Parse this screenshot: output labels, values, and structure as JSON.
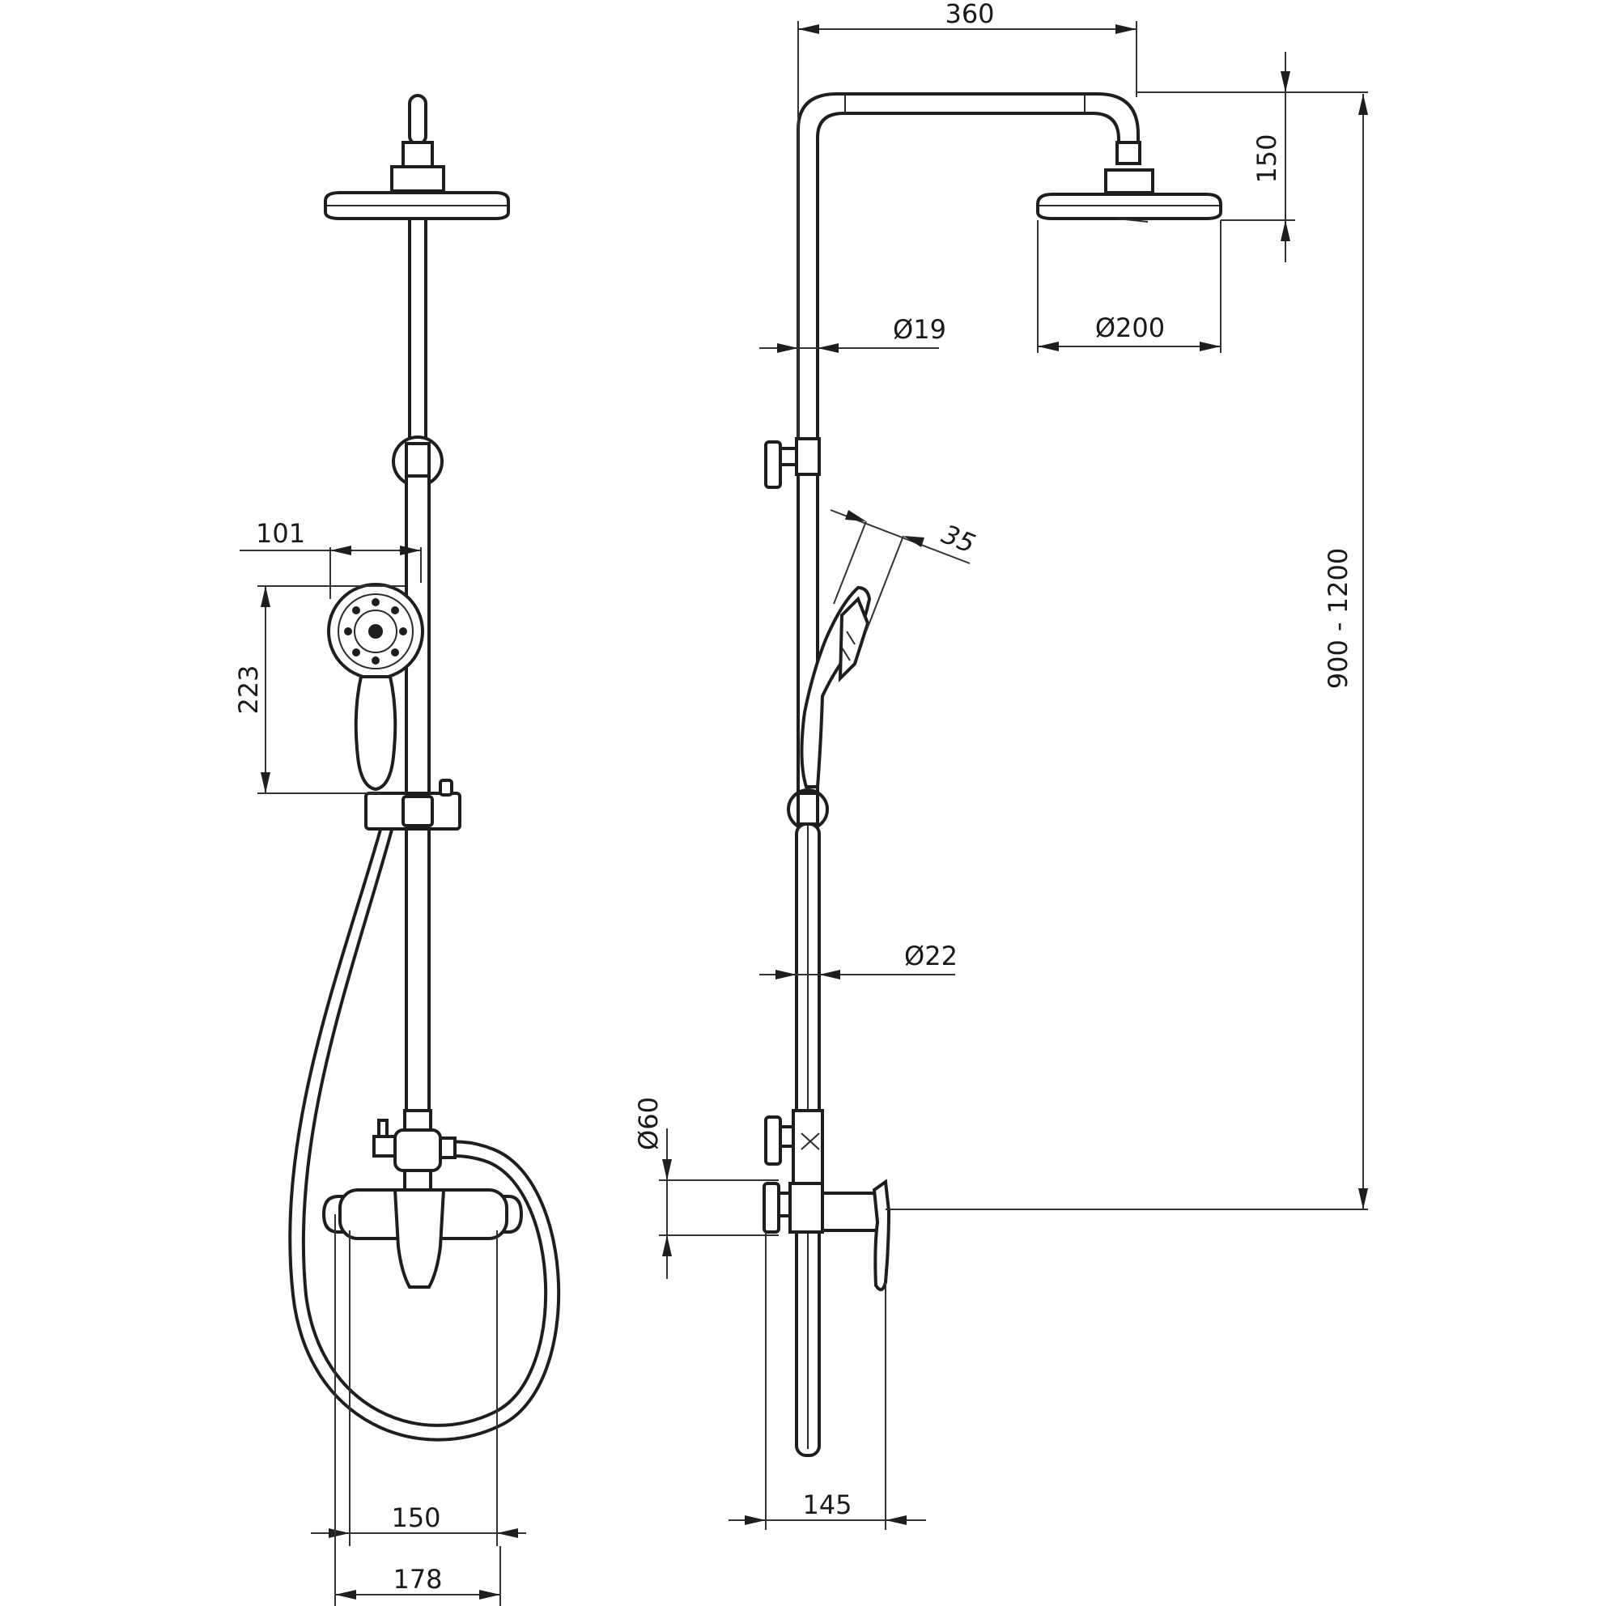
{
  "dimensions": {
    "arm_length": "360",
    "head_drop": "150",
    "pipe_upper_diameter": "Ø19",
    "head_diameter": "Ø200",
    "hand_shower_angle": "35",
    "column_height": "900 - 1200",
    "hand_shower_offset": "101",
    "hand_shower_length": "223",
    "pipe_lower_diameter": "Ø22",
    "connector_diameter": "Ø60",
    "wall_projection": "145",
    "mixer_inner_width": "150",
    "mixer_outer_width": "178"
  }
}
